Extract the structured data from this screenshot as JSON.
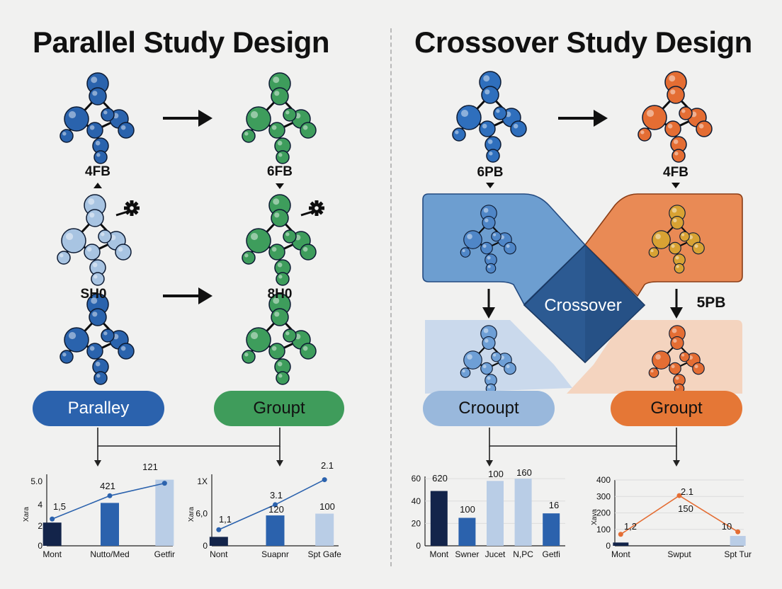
{
  "titles": {
    "left": "Parallel Study Design",
    "right": "Crossover Study Design"
  },
  "labels": {
    "l1": "4FB",
    "l2": "6FB",
    "l3": "SH0",
    "l4": "8H0",
    "r1": "6PB",
    "r2": "4FB",
    "r3": "5PB",
    "crossover": "Crossover"
  },
  "pills": {
    "p1": "Paralley",
    "p2": "Groupt",
    "p3": "Crooupt",
    "p4": "Groupt"
  },
  "colors": {
    "blue": "#2a63ad",
    "green": "#3e9d5c",
    "orange": "#e46d33",
    "lightblue": "#a8c4e2",
    "navy": "#13244a",
    "gold": "#d2a232"
  },
  "chart_data": [
    {
      "type": "bar",
      "categories": [
        "Mont",
        "Nutto/Med",
        "Getfir"
      ],
      "values": [
        1.3,
        2.4,
        3.7
      ],
      "line": [
        1.5,
        2.8,
        3.5
      ],
      "data_labels": [
        "1,5",
        "421",
        "121"
      ],
      "ytick_labels": [
        "0",
        "2",
        "4",
        "5.0"
      ],
      "ytick_values": [
        0,
        1.1,
        2.3,
        3.6
      ],
      "ylabel": "Xara",
      "ylim": [
        0,
        4
      ]
    },
    {
      "type": "bar",
      "categories": [
        "Nont",
        "Suapnr",
        "Spt Gafe"
      ],
      "values": [
        0.5,
        1.7,
        1.8
      ],
      "line": [
        0.9,
        2.3,
        3.7
      ],
      "data_labels": [
        "1,1",
        "3.1",
        "120",
        "100",
        "2.1"
      ],
      "ytick_labels": [
        "0",
        "6,0",
        "1X"
      ],
      "ytick_values": [
        0,
        1.8,
        3.6
      ],
      "ylabel": "Xara",
      "ylim": [
        0,
        4
      ]
    },
    {
      "type": "bar",
      "categories": [
        "Mont",
        "Swner",
        "Jucet",
        "N,PC",
        "Getfi"
      ],
      "values": [
        49,
        25,
        58,
        60,
        29
      ],
      "data_labels": [
        "620",
        "100",
        "100",
        "160",
        "16"
      ],
      "ytick_labels": [
        "0",
        "20",
        "40",
        "60"
      ],
      "ytick_values": [
        0,
        20,
        40,
        60
      ],
      "ylim": [
        0,
        62
      ]
    },
    {
      "type": "line",
      "categories": [
        "Mont",
        "Swput",
        "Spt Tur"
      ],
      "line": [
        70,
        305,
        85
      ],
      "values": [
        20,
        0,
        60
      ],
      "data_labels": [
        "1,2",
        "2.1",
        "150",
        "10"
      ],
      "ytick_labels": [
        "0",
        "100",
        "200",
        "300",
        "400"
      ],
      "ytick_values": [
        0,
        100,
        200,
        300,
        400
      ],
      "ylabel": "Xava",
      "ylim": [
        0,
        400
      ]
    }
  ]
}
